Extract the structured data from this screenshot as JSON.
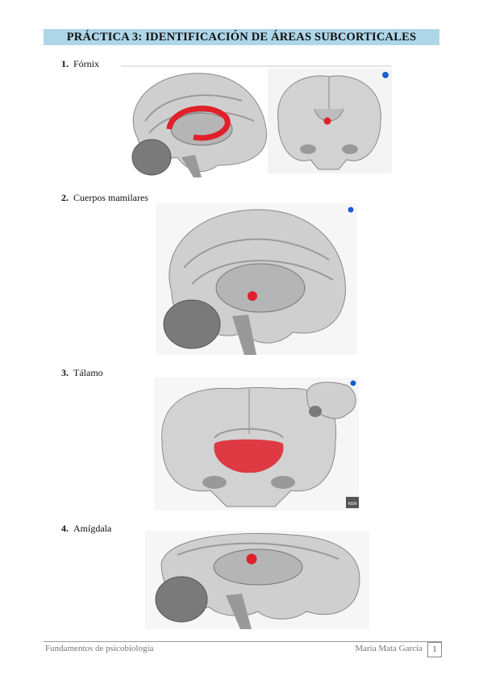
{
  "title": "PRÁCTICA 3: IDENTIFICACIÓN DE ÁREAS SUBCORTICALES",
  "items": [
    {
      "num": "1.",
      "label": "Fórnix"
    },
    {
      "num": "2.",
      "label": "Cuerpos mamilares"
    },
    {
      "num": "3.",
      "label": "Tálamo"
    },
    {
      "num": "4.",
      "label": "Amígdala"
    }
  ],
  "watermark": "KEN",
  "footer": {
    "left": "Fundamentos de psicobiología",
    "right": "María Mata García",
    "page": "1"
  },
  "colors": {
    "highlight": "#e0202a",
    "title_bg": "#aed6e8",
    "badge": "#1a5fd0"
  }
}
